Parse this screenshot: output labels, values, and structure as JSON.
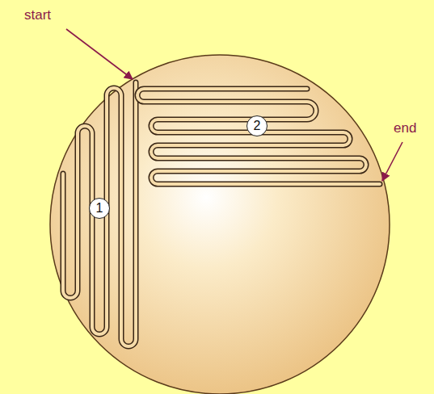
{
  "diagram": {
    "nodes": [
      {
        "text": [
          "1"
        ]
      },
      {
        "text": [
          "2"
        ]
      }
    ],
    "labels": [
      "start",
      "end"
    ]
  }
}
